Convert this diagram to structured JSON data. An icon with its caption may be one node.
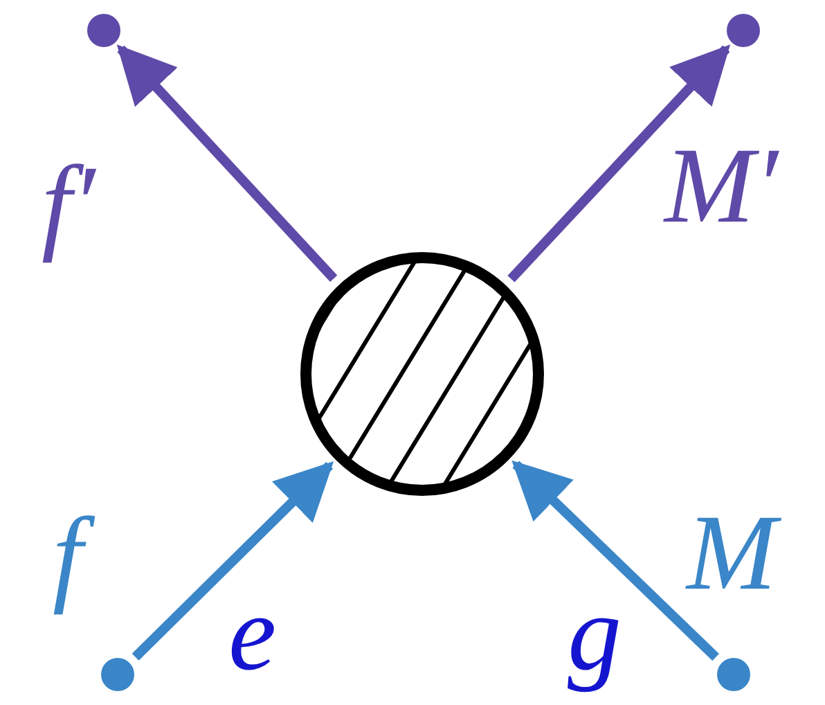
{
  "diagram": {
    "nodes": [
      {
        "text": [],
        "shape": "circle"
      },
      {
        "text": [],
        "shape": "circle"
      },
      {
        "text": [],
        "shape": "circle"
      },
      {
        "text": [],
        "shape": "circle"
      },
      {
        "text": [],
        "shape": "circle"
      }
    ],
    "edges": [
      {
        "from": 0,
        "to": 1,
        "arrow": "to",
        "label": "f′",
        "color": "#5e4aa8"
      },
      {
        "from": 0,
        "to": 2,
        "arrow": "to",
        "label": "M′",
        "color": "#5e4aa8"
      },
      {
        "from": 3,
        "to": 0,
        "arrow": "to",
        "label": "f",
        "color": "#3a86c8"
      },
      {
        "from": 4,
        "to": 0,
        "arrow": "to",
        "label": "M",
        "color": "#3a86c8"
      }
    ],
    "labels": [
      "e",
      "g"
    ]
  }
}
